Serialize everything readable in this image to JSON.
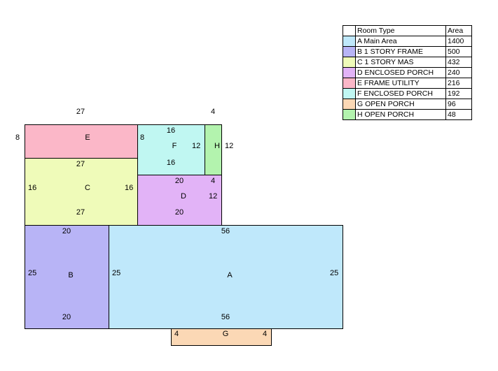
{
  "legend": {
    "headers": {
      "type": "Room Type",
      "area": "Area"
    },
    "rows": [
      {
        "name": "A Main Area",
        "area": "1400",
        "color": "#bfe8fb"
      },
      {
        "name": "B 1 STORY FRAME",
        "area": "500",
        "color": "#b8b4f6"
      },
      {
        "name": "C 1 STORY MAS",
        "area": "432",
        "color": "#effbb9"
      },
      {
        "name": "D ENCLOSED PORCH",
        "area": "240",
        "color": "#e2b3f7"
      },
      {
        "name": "E FRAME UTILITY",
        "area": "216",
        "color": "#fbb7c8"
      },
      {
        "name": "F ENCLOSED PORCH",
        "area": "192",
        "color": "#c0f7f2"
      },
      {
        "name": "G OPEN PORCH",
        "area": "96",
        "color": "#fbd8b5"
      },
      {
        "name": "H OPEN PORCH",
        "area": "48",
        "color": "#b3f3ae"
      }
    ]
  },
  "rooms": {
    "A": {
      "label": "A",
      "top": "56",
      "bottom": "56",
      "left": "25",
      "right": "25"
    },
    "B": {
      "label": "B",
      "top": "20",
      "bottom": "20",
      "left": "25"
    },
    "C": {
      "label": "C",
      "top": "27",
      "bottom": "27",
      "left": "16",
      "right": "16"
    },
    "D": {
      "label": "D",
      "top": "20",
      "bottom": "20",
      "right_top": "4",
      "right": "12"
    },
    "E": {
      "label": "E",
      "top": "27",
      "left": "8"
    },
    "F": {
      "label": "F",
      "top": "16",
      "bottom": "16",
      "left": "8",
      "right": "12"
    },
    "G": {
      "label": "G",
      "left": "4",
      "right": "4"
    },
    "H": {
      "label": "H",
      "top": "4",
      "right": "12"
    }
  }
}
